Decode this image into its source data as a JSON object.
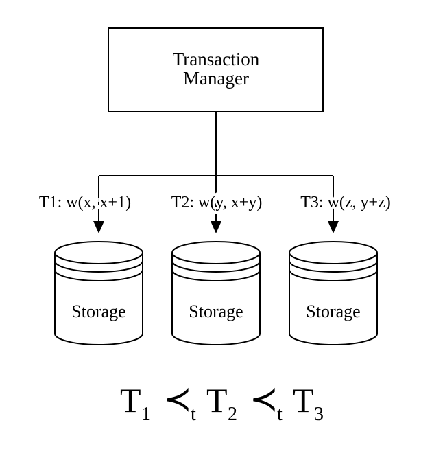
{
  "manager": {
    "title_line1": "Transaction",
    "title_line2": "Manager"
  },
  "transactions": [
    {
      "label": "T1: w(x, x+1)"
    },
    {
      "label": "T2: w(y, x+y)"
    },
    {
      "label": "T3: w(z, y+z)"
    }
  ],
  "storages": [
    {
      "label": "Storage"
    },
    {
      "label": "Storage"
    },
    {
      "label": "Storage"
    }
  ],
  "ordering": {
    "t1": "T",
    "t1_sub": "1",
    "op1": "≺",
    "op1_sub": "t",
    "t2": "T",
    "t2_sub": "2",
    "op2": "≺",
    "op2_sub": "t",
    "t3": "T",
    "t3_sub": "3"
  }
}
